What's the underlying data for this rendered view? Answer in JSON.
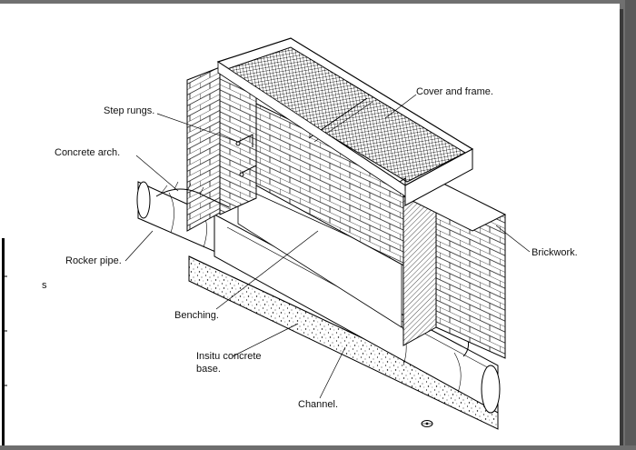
{
  "labels": {
    "step_rungs": "Step rungs.",
    "cover_and_frame": "Cover and frame.",
    "concrete_arch": "Concrete arch.",
    "brickwork": "Brickwork.",
    "rocker_pipe": "Rocker pipe.",
    "benching": "Benching.",
    "insitu_line1": "Insitu concrete",
    "insitu_line2": "base.",
    "channel": "Channel.",
    "margin_mark": "s"
  }
}
